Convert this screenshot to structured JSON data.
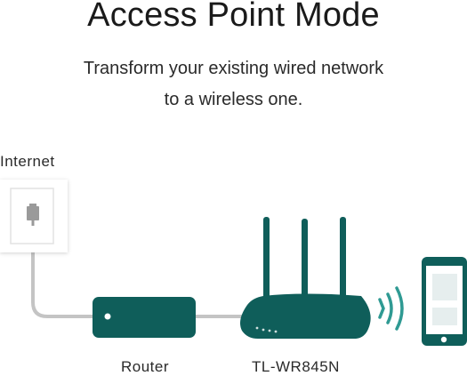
{
  "header": {
    "title": "Access Point Mode",
    "subtitle_line1": "Transform your existing wired network",
    "subtitle_line2": "to a wireless one."
  },
  "diagram": {
    "internet_label": "Internet",
    "router_label": "Router",
    "device_label": "TL-WR845N"
  },
  "colors": {
    "device_teal": "#0f5e5a",
    "cable_gray": "#c4c4c4",
    "wifi_teal": "#2f9a93"
  },
  "icons": {
    "wall_socket": "ethernet-wall-jack-icon",
    "router": "router-icon",
    "access_point": "wireless-router-icon",
    "wifi": "wifi-signal-icon",
    "phone": "smartphone-icon"
  }
}
